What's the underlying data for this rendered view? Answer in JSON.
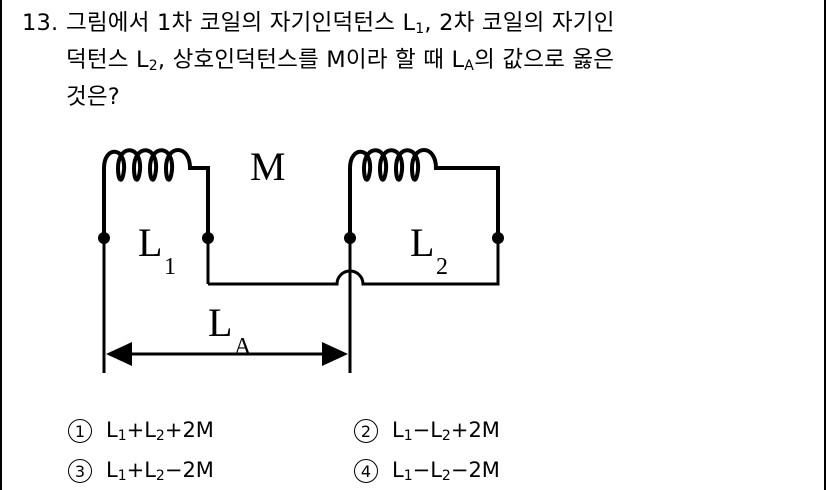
{
  "question": {
    "number": "13.",
    "line1_a": "그림에서 1차 코일의 자기인덕턴스 L",
    "line1_sub1": "1",
    "line1_b": ", 2차 코일의 자기인",
    "line2_a": "덕턴스 L",
    "line2_sub2": "2",
    "line2_b": ", 상호인덕턴스를 M이라 할 때 L",
    "line2_subA": "A",
    "line2_c": "의 값으로 옳은",
    "line3": "것은?"
  },
  "diagram": {
    "label_M": "M",
    "label_L1": "L",
    "label_L1_sub": "1",
    "label_L2": "L",
    "label_L2_sub": "2",
    "label_LA": "L",
    "label_LA_sub": "A"
  },
  "choices": [
    {
      "marker": "1",
      "text_parts": [
        "L",
        "1",
        "+L",
        "2",
        "+2M"
      ]
    },
    {
      "marker": "2",
      "text_parts": [
        "L",
        "1",
        "−L",
        "2",
        "+2M"
      ]
    },
    {
      "marker": "3",
      "text_parts": [
        "L",
        "1",
        "+L",
        "2",
        "−2M"
      ]
    },
    {
      "marker": "4",
      "text_parts": [
        "L",
        "1",
        "−L",
        "2",
        "−2M"
      ]
    }
  ]
}
